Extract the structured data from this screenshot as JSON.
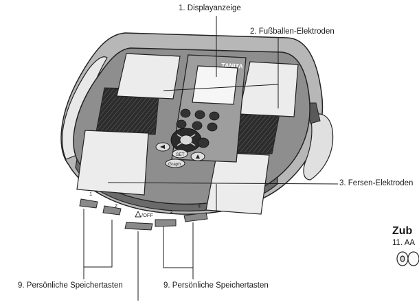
{
  "callouts": {
    "display": "1. Displayanzeige",
    "ball_electrodes": "2. Fußballen-Elektroden",
    "heel_electrodes": "3. Fersen-Elektroden",
    "memory_keys_left": "9. Persönliche Speichertasten",
    "memory_keys_right": "9. Persönliche Speichertasten"
  },
  "accessories": {
    "heading": "Zub",
    "item": "11. AA"
  },
  "device": {
    "brand": "TANITA",
    "key_labels": {
      "set": "SET",
      "graph": "Graph",
      "power": "/OFF",
      "numbers": [
        "1",
        "2",
        "3",
        "4"
      ]
    }
  },
  "colors": {
    "body": "#8d8d8d",
    "rim": "#bdbdbd",
    "electrode": "#ebebeb",
    "grille": "#262626",
    "line": "#1a1a1a"
  }
}
